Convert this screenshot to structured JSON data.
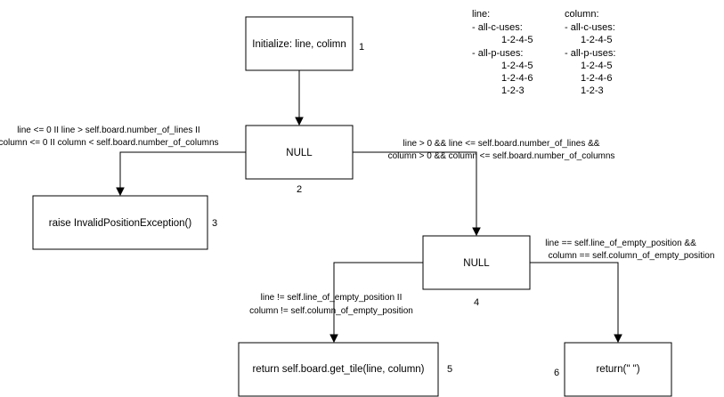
{
  "nodes": {
    "n1": {
      "label": "Initialize: line, colimn",
      "number": "1"
    },
    "n2": {
      "label": "NULL",
      "number": "2"
    },
    "n3": {
      "label": "raise InvalidPositionException()",
      "number": "3"
    },
    "n4": {
      "label": "NULL",
      "number": "4"
    },
    "n5": {
      "label": "return self.board.get_tile(line, column)",
      "number": "5"
    },
    "n6": {
      "label": "return(\" \")",
      "number": "6"
    }
  },
  "edges": {
    "e23": [
      "line <= 0 II line > self.board.number_of_lines II",
      "column <= 0 II column < self.board.number_of_columns"
    ],
    "e24": [
      "line > 0 && line <= self.board.number_of_lines &&",
      "column > 0 && column <= self.board.number_of_columns"
    ],
    "e45": [
      "line != self.line_of_empty_position II",
      "column != self.column_of_empty_position"
    ],
    "e46": [
      "line == self.line_of_empty_position &&",
      "column == self.column_of_empty_position"
    ]
  },
  "legend": {
    "line": {
      "title": "line:",
      "c_uses_label": "- all-c-uses:",
      "c_uses": [
        "1-2-4-5"
      ],
      "p_uses_label": "- all-p-uses:",
      "p_uses": [
        "1-2-4-5",
        "1-2-4-6",
        "1-2-3"
      ]
    },
    "column": {
      "title": "column:",
      "c_uses_label": "- all-c-uses:",
      "c_uses": [
        "1-2-4-5"
      ],
      "p_uses_label": "- all-p-uses:",
      "p_uses": [
        "1-2-4-5",
        "1-2-4-6",
        "1-2-3"
      ]
    }
  }
}
